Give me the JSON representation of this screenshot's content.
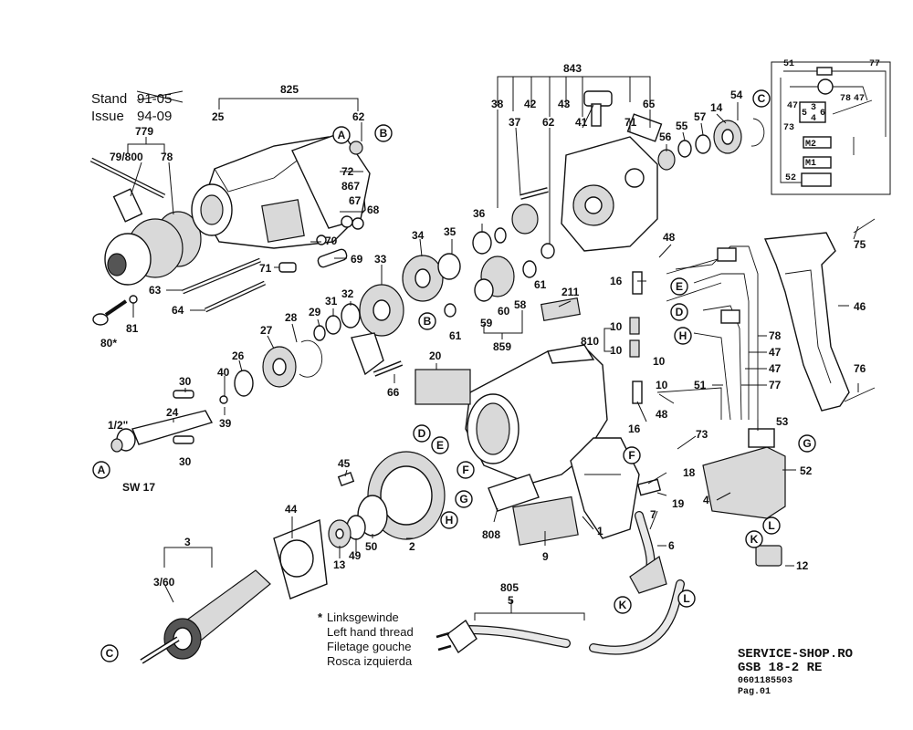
{
  "header": {
    "stand_label": "Stand",
    "stand_value": "91-05",
    "issue_label": "Issue",
    "issue_value": "94-09"
  },
  "labels": [
    {
      "id": "825",
      "text": "825"
    },
    {
      "id": "843",
      "text": "843"
    },
    {
      "id": "779",
      "text": "779"
    },
    {
      "id": "79_800",
      "text": "79/800"
    },
    {
      "id": "78a",
      "text": "78"
    },
    {
      "id": "25",
      "text": "25"
    },
    {
      "id": "62a",
      "text": "62"
    },
    {
      "id": "72",
      "text": "72"
    },
    {
      "id": "867",
      "text": "867"
    },
    {
      "id": "67",
      "text": "67"
    },
    {
      "id": "68",
      "text": "68"
    },
    {
      "id": "70",
      "text": "70"
    },
    {
      "id": "69",
      "text": "69"
    },
    {
      "id": "71a",
      "text": "71"
    },
    {
      "id": "63",
      "text": "63"
    },
    {
      "id": "64",
      "text": "64"
    },
    {
      "id": "81",
      "text": "81"
    },
    {
      "id": "80",
      "text": "80*"
    },
    {
      "id": "38",
      "text": "38"
    },
    {
      "id": "42",
      "text": "42"
    },
    {
      "id": "43",
      "text": "43"
    },
    {
      "id": "65",
      "text": "65"
    },
    {
      "id": "37",
      "text": "37"
    },
    {
      "id": "62b",
      "text": "62"
    },
    {
      "id": "41",
      "text": "41"
    },
    {
      "id": "71b",
      "text": "71"
    },
    {
      "id": "54",
      "text": "54"
    },
    {
      "id": "14",
      "text": "14"
    },
    {
      "id": "57",
      "text": "57"
    },
    {
      "id": "55",
      "text": "55"
    },
    {
      "id": "56",
      "text": "56"
    },
    {
      "id": "36",
      "text": "36"
    },
    {
      "id": "35",
      "text": "35"
    },
    {
      "id": "34",
      "text": "34"
    },
    {
      "id": "33",
      "text": "33"
    },
    {
      "id": "32",
      "text": "32"
    },
    {
      "id": "31",
      "text": "31"
    },
    {
      "id": "29",
      "text": "29"
    },
    {
      "id": "28",
      "text": "28"
    },
    {
      "id": "27",
      "text": "27"
    },
    {
      "id": "26",
      "text": "26"
    },
    {
      "id": "40",
      "text": "40"
    },
    {
      "id": "30a",
      "text": "30"
    },
    {
      "id": "30b",
      "text": "30"
    },
    {
      "id": "39",
      "text": "39"
    },
    {
      "id": "24",
      "text": "24"
    },
    {
      "id": "half_inch",
      "text": "1/2\""
    },
    {
      "id": "sw17",
      "text": "SW 17"
    },
    {
      "id": "66",
      "text": "66"
    },
    {
      "id": "61a",
      "text": "61"
    },
    {
      "id": "61b",
      "text": "61"
    },
    {
      "id": "59",
      "text": "59"
    },
    {
      "id": "60",
      "text": "60"
    },
    {
      "id": "58",
      "text": "58"
    },
    {
      "id": "859",
      "text": "859"
    },
    {
      "id": "211",
      "text": "211"
    },
    {
      "id": "20",
      "text": "20"
    },
    {
      "id": "48a",
      "text": "48"
    },
    {
      "id": "48b",
      "text": "48"
    },
    {
      "id": "16a",
      "text": "16"
    },
    {
      "id": "16b",
      "text": "16"
    },
    {
      "id": "10a",
      "text": "10"
    },
    {
      "id": "10b",
      "text": "10"
    },
    {
      "id": "10c",
      "text": "10"
    },
    {
      "id": "10d",
      "text": "10"
    },
    {
      "id": "810",
      "text": "810"
    },
    {
      "id": "75",
      "text": "75"
    },
    {
      "id": "46",
      "text": "46"
    },
    {
      "id": "78b",
      "text": "78"
    },
    {
      "id": "47a",
      "text": "47"
    },
    {
      "id": "47b",
      "text": "47"
    },
    {
      "id": "77",
      "text": "77"
    },
    {
      "id": "76",
      "text": "76"
    },
    {
      "id": "51",
      "text": "51"
    },
    {
      "id": "53",
      "text": "53"
    },
    {
      "id": "73",
      "text": "73"
    },
    {
      "id": "18",
      "text": "18"
    },
    {
      "id": "19",
      "text": "19"
    },
    {
      "id": "4",
      "text": "4"
    },
    {
      "id": "7",
      "text": "7"
    },
    {
      "id": "52",
      "text": "52"
    },
    {
      "id": "12",
      "text": "12"
    },
    {
      "id": "6",
      "text": "6"
    },
    {
      "id": "1",
      "text": "1"
    },
    {
      "id": "9",
      "text": "9"
    },
    {
      "id": "808",
      "text": "808"
    },
    {
      "id": "45",
      "text": "45"
    },
    {
      "id": "2",
      "text": "2"
    },
    {
      "id": "50",
      "text": "50"
    },
    {
      "id": "49",
      "text": "49"
    },
    {
      "id": "13",
      "text": "13"
    },
    {
      "id": "44",
      "text": "44"
    },
    {
      "id": "3",
      "text": "3"
    },
    {
      "id": "3_60",
      "text": "3/60"
    },
    {
      "id": "805",
      "text": "805"
    },
    {
      "id": "5",
      "text": "5"
    }
  ],
  "refs": [
    {
      "id": "A1",
      "text": "A"
    },
    {
      "id": "B1",
      "text": "B"
    },
    {
      "id": "C1",
      "text": "C"
    },
    {
      "id": "B2",
      "text": "B"
    },
    {
      "id": "A2",
      "text": "A"
    },
    {
      "id": "C2",
      "text": "C"
    },
    {
      "id": "D1",
      "text": "D"
    },
    {
      "id": "E1",
      "text": "E"
    },
    {
      "id": "F1",
      "text": "F"
    },
    {
      "id": "G1",
      "text": "G"
    },
    {
      "id": "H1",
      "text": "H"
    },
    {
      "id": "E2",
      "text": "E"
    },
    {
      "id": "D2",
      "text": "D"
    },
    {
      "id": "H2",
      "text": "H"
    },
    {
      "id": "F2",
      "text": "F"
    },
    {
      "id": "G2",
      "text": "G"
    },
    {
      "id": "K1",
      "text": "K"
    },
    {
      "id": "L1",
      "text": "L"
    },
    {
      "id": "K2",
      "text": "K"
    },
    {
      "id": "L2",
      "text": "L"
    }
  ],
  "schematic": {
    "labels": [
      "51",
      "77",
      "78",
      "47",
      "47",
      "73",
      "M2",
      "M1",
      "52",
      "3",
      "4",
      "5",
      "6"
    ]
  },
  "note": {
    "star": "*",
    "lines": [
      "Linksgewinde",
      "Left hand thread",
      "Filetage gouche",
      "Rosca izquierda"
    ]
  },
  "footer": {
    "site": "SERVICE-SHOP.RO",
    "model": "GSB 18-2 RE",
    "part_number": "0601185503",
    "page": "Pag.01"
  }
}
